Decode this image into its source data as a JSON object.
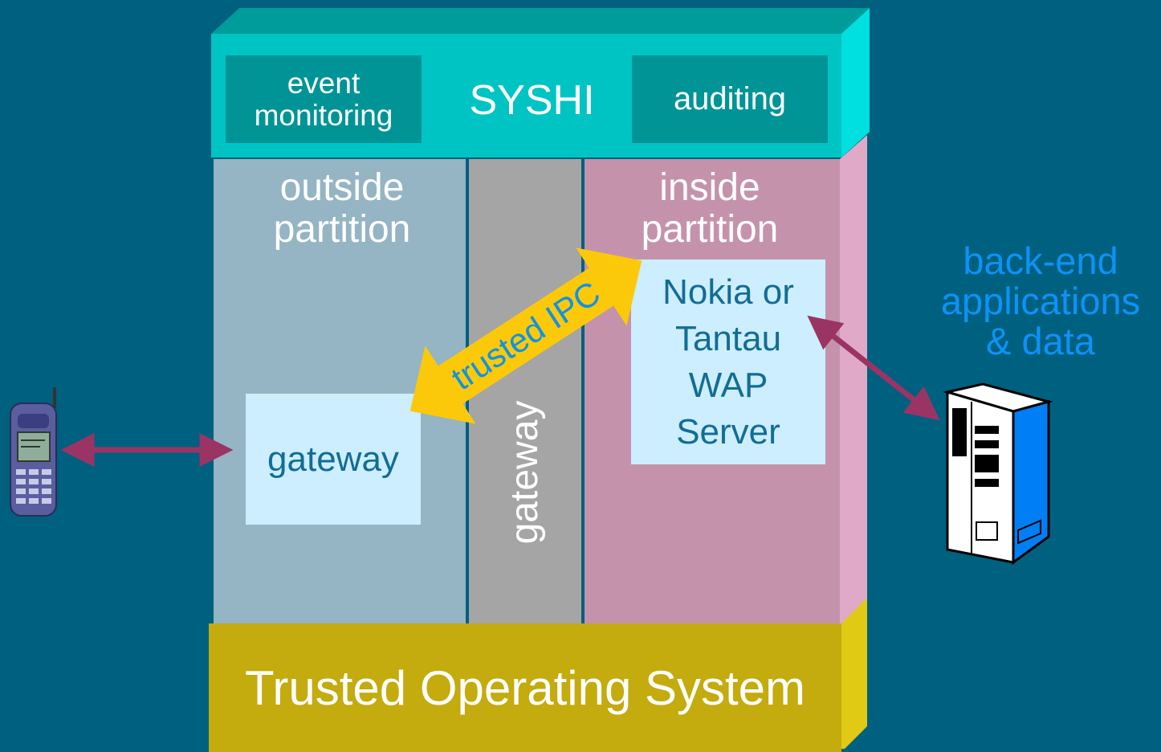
{
  "syshi": {
    "title": "SYSHI",
    "event_monitoring": "event\nmonitoring",
    "auditing": "auditing"
  },
  "partitions": {
    "outside": "outside\npartition",
    "gateway": "gateway",
    "inside": "inside\npartition"
  },
  "boxes": {
    "gateway": "gateway",
    "wap_server": "Nokia or\nTantau\nWAP\nServer"
  },
  "ipc": "trusted IPC",
  "os": "Trusted Operating System",
  "backend": "back-end\napplications\n& data",
  "colors": {
    "background": "#00607f",
    "syshi": "#00c4c4",
    "outside": "#95b4c4",
    "gateway_column": "#a5a5a5",
    "inside": "#c493ab",
    "os": "#c4ab0e",
    "ipc_arrow": "#fcc90a",
    "link_arrow": "#9a3465",
    "backend_text": "#0d92f6"
  },
  "icons": {
    "phone": "mobile-phone-icon",
    "server": "server-cabinet-icon"
  }
}
